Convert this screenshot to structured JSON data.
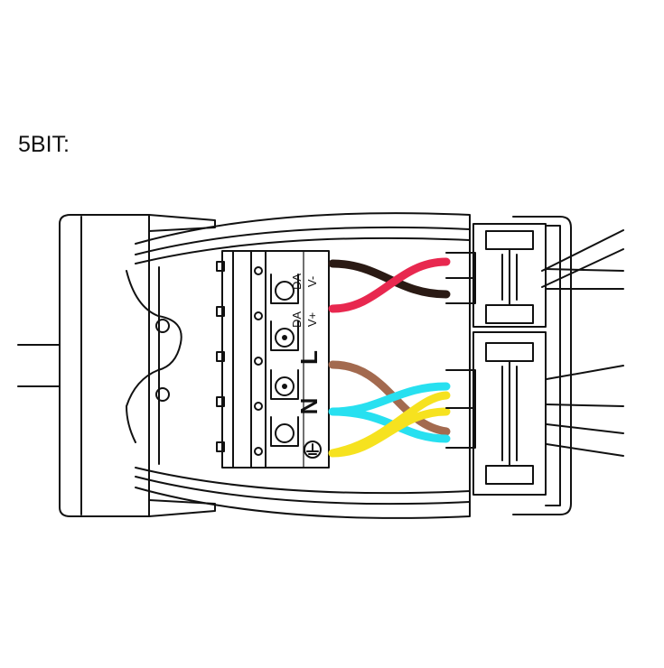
{
  "caption": "5BIT:",
  "terminal_labels": {
    "dali_minus_top": "DA",
    "dali_minus_bottom": "V-",
    "dali_plus_top": "DA",
    "dali_plus_bottom": "V+",
    "line": "L",
    "neutral": "N"
  },
  "wire_colors": {
    "black": "#2a1a14",
    "red": "#e8284f",
    "brown": "#a36a4f",
    "blue": "#27e0f0",
    "yellow": "#f6e21f",
    "housing_fill": "#ffffff",
    "outline": "#111111"
  }
}
